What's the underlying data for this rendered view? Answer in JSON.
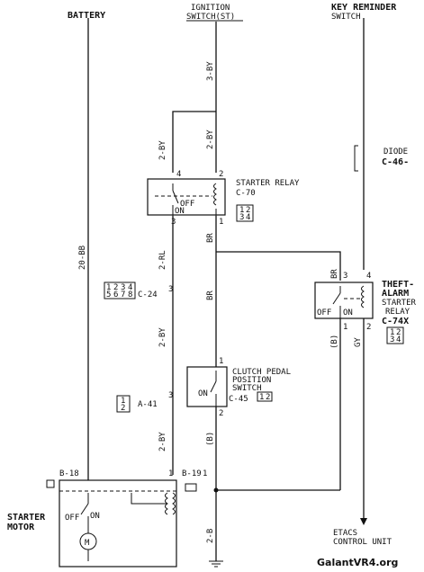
{
  "header": {
    "battery": "BATTERY",
    "ignition_switch_line1": "IGNITION",
    "ignition_switch_line2": "SWITCH(ST)",
    "key_reminder_line1": "KEY REMINDER",
    "key_reminder_line2": "SWITCH"
  },
  "wires": {
    "ig_st": "3-BY",
    "relay_in": "2-BY",
    "relay_in_left": "2-BY",
    "battery_feed": "20-BB",
    "relay_out": "2-RL",
    "br_1": "BR",
    "br_2": "BR",
    "by_lower_1": "2-BY",
    "by_lower_2": "2-BY",
    "b_paren": "(B)",
    "b_ground": "2-B",
    "theft_b": "(B)",
    "theft_gy": "GY",
    "theft_br": "BR"
  },
  "components": {
    "diode_label": "DIODE",
    "diode_conn": "C-46-",
    "starter_relay_label": "STARTER RELAY",
    "starter_relay_conn": "C-70",
    "theft_line1": "THEFT-",
    "theft_line2": "ALARM",
    "theft_line3": "STARTER",
    "theft_line4": "RELAY",
    "theft_conn": "C-74X",
    "clutch_line1": "CLUTCH PEDAL",
    "clutch_line2": "POSITION",
    "clutch_line3": "SWITCH",
    "clutch_conn": "C-45",
    "conn_c24": "C-24",
    "conn_a41": "A-41",
    "conn_b18": "B-18",
    "conn_b19": "B-19",
    "starter_motor_line1": "STARTER",
    "starter_motor_line2": "MOTOR",
    "motor_symbol": "M",
    "etacs_line1": "ETACS",
    "etacs_line2": "CONTROL UNIT"
  },
  "pins": {
    "relay_4": "4",
    "relay_2": "2",
    "relay_3": "3",
    "relay_1": "1",
    "c24_3": "3",
    "a41_3": "3",
    "theft_3": "3",
    "theft_4": "4",
    "theft_1": "1",
    "theft_2": "2",
    "clutch_1": "1",
    "clutch_2": "2",
    "b18_1": "1",
    "b19_1": "1"
  },
  "states": {
    "off": "OFF",
    "on": "ON"
  },
  "connector_icons": {
    "relay": [
      "1",
      "2",
      "3",
      "4"
    ],
    "c24": [
      "1",
      "2",
      "3",
      "4",
      "5",
      "6",
      "7",
      "8"
    ],
    "theft": [
      "1",
      "2",
      "3",
      "4"
    ],
    "clutch": [
      "1",
      "2"
    ],
    "a41": [
      "1",
      "2"
    ]
  },
  "watermark": "GalantVR4.org"
}
